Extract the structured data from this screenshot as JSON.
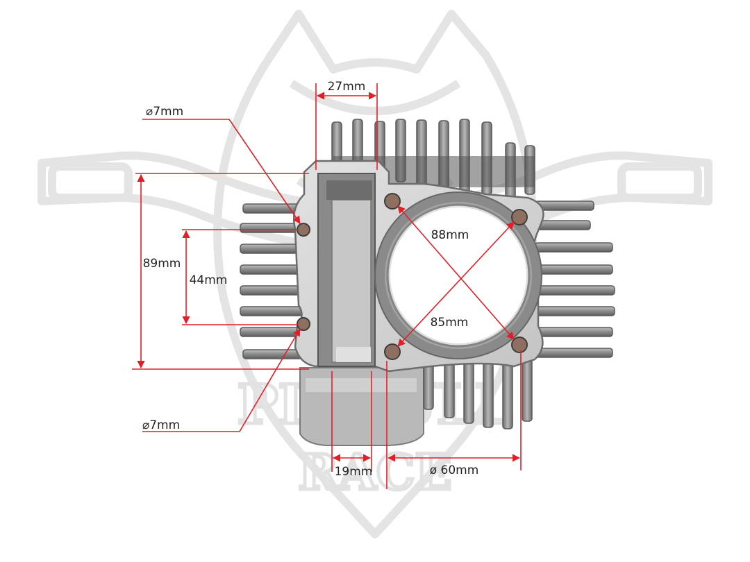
{
  "colors": {
    "dimension": "#e41e26",
    "metal_dark": "#6e6e6e",
    "metal_mid": "#9c9c9c",
    "metal_light": "#d9d9d9",
    "watermark": "#e6e6e6"
  },
  "watermark": {
    "line1": "PITBULL",
    "line2": "RACE"
  },
  "dimensions": {
    "top_width": "27mm",
    "hole_top": "⌀7mm",
    "hole_bottom": "⌀7mm",
    "height_total": "89mm",
    "height_holes": "44mm",
    "diag_upper": "88mm",
    "diag_lower": "85mm",
    "port_width": "19mm",
    "bore": "ø 60mm"
  }
}
